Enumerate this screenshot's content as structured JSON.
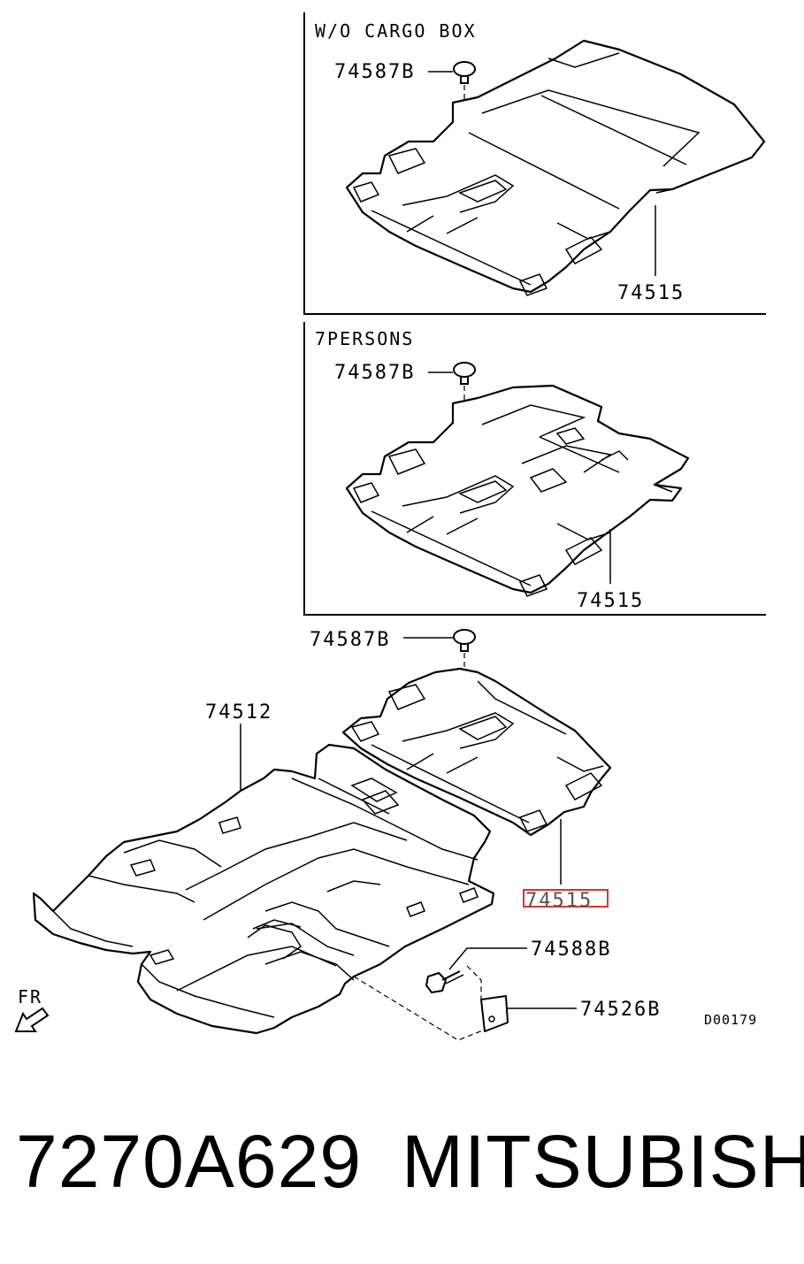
{
  "panels": {
    "wo_cargo_box": {
      "title": "W/O CARGO BOX",
      "callout_clip": "74587B",
      "callout_mat": "74515"
    },
    "seven_persons": {
      "title": "7PERSONS",
      "callout_clip": "74587B",
      "callout_mat": "74515"
    }
  },
  "main": {
    "callout_clip": "74587B",
    "callout_front_mat": "74512",
    "callout_rear_mat": "74515",
    "callout_bolt": "74588B",
    "callout_bracket": "74526B",
    "direction_label": "FR",
    "diagram_code": "D00179"
  },
  "highlight": {
    "part": "74515",
    "color": "#e03030"
  },
  "footer": {
    "part_number": "7270A629",
    "brand": "MITSUBISHI"
  }
}
